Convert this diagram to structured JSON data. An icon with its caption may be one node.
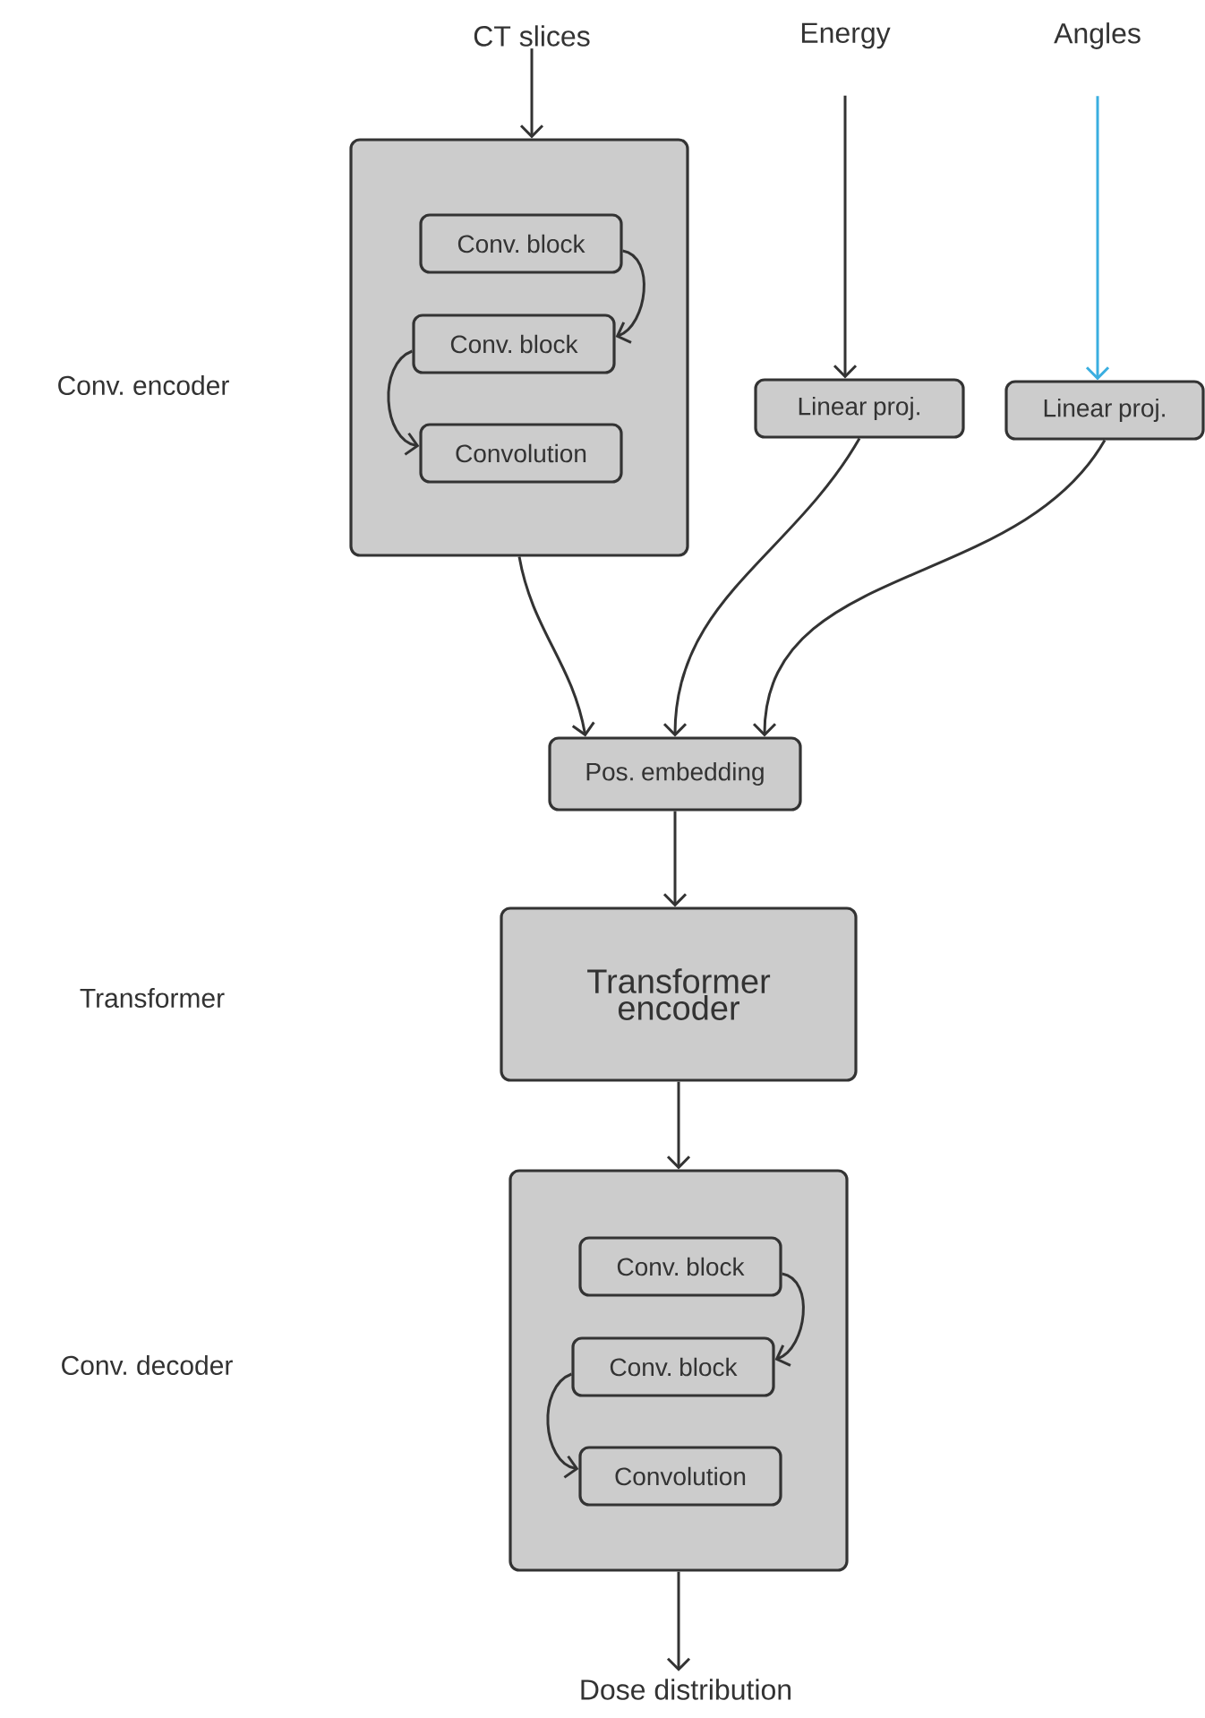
{
  "diagram": {
    "nodes": [
      {
        "text": [
          "CT slices"
        ]
      },
      {
        "text": [
          "Energy"
        ]
      },
      {
        "text": [
          "Angles"
        ]
      },
      {
        "text": [],
        "shape": "box"
      },
      {
        "text": [
          "Conv. block"
        ],
        "in": 3
      },
      {
        "text": [
          "Conv. block"
        ],
        "in": 3
      },
      {
        "text": [
          "Convolution"
        ],
        "in": 3
      },
      {
        "text": [
          "Linear proj."
        ]
      },
      {
        "text": [
          "Linear proj."
        ]
      },
      {
        "text": [
          "Pos. embedding"
        ]
      },
      {
        "text": [
          "Transformer encoder"
        ]
      },
      {
        "text": [],
        "shape": "box"
      },
      {
        "text": [
          "Conv. block"
        ],
        "in": 11
      },
      {
        "text": [
          "Conv. block"
        ],
        "in": 11
      },
      {
        "text": [
          "Convolution"
        ],
        "in": 11
      },
      {
        "text": [
          "Dose distribution"
        ]
      }
    ],
    "edges": [
      {
        "from": 0,
        "to": 3,
        "arrow": "to"
      },
      {
        "from": 4,
        "to": 5,
        "arrow": "to"
      },
      {
        "from": 5,
        "to": 6,
        "arrow": "to"
      },
      {
        "from": 1,
        "to": 7,
        "arrow": "to"
      },
      {
        "from": 2,
        "to": 8,
        "arrow": "to",
        "color": "#3aaee0"
      },
      {
        "from": 3,
        "to": 9,
        "arrow": "to"
      },
      {
        "from": 7,
        "to": 9,
        "arrow": "to"
      },
      {
        "from": 8,
        "to": 9,
        "arrow": "to"
      },
      {
        "from": 9,
        "to": 10,
        "arrow": "to"
      },
      {
        "from": 10,
        "to": 11,
        "arrow": "to"
      },
      {
        "from": 12,
        "to": 13,
        "arrow": "to"
      },
      {
        "from": 13,
        "to": 14,
        "arrow": "to"
      },
      {
        "from": 11,
        "to": 15,
        "arrow": "to"
      }
    ],
    "labels": [
      "Conv. encoder",
      "Transformer",
      "Conv. decoder"
    ]
  }
}
